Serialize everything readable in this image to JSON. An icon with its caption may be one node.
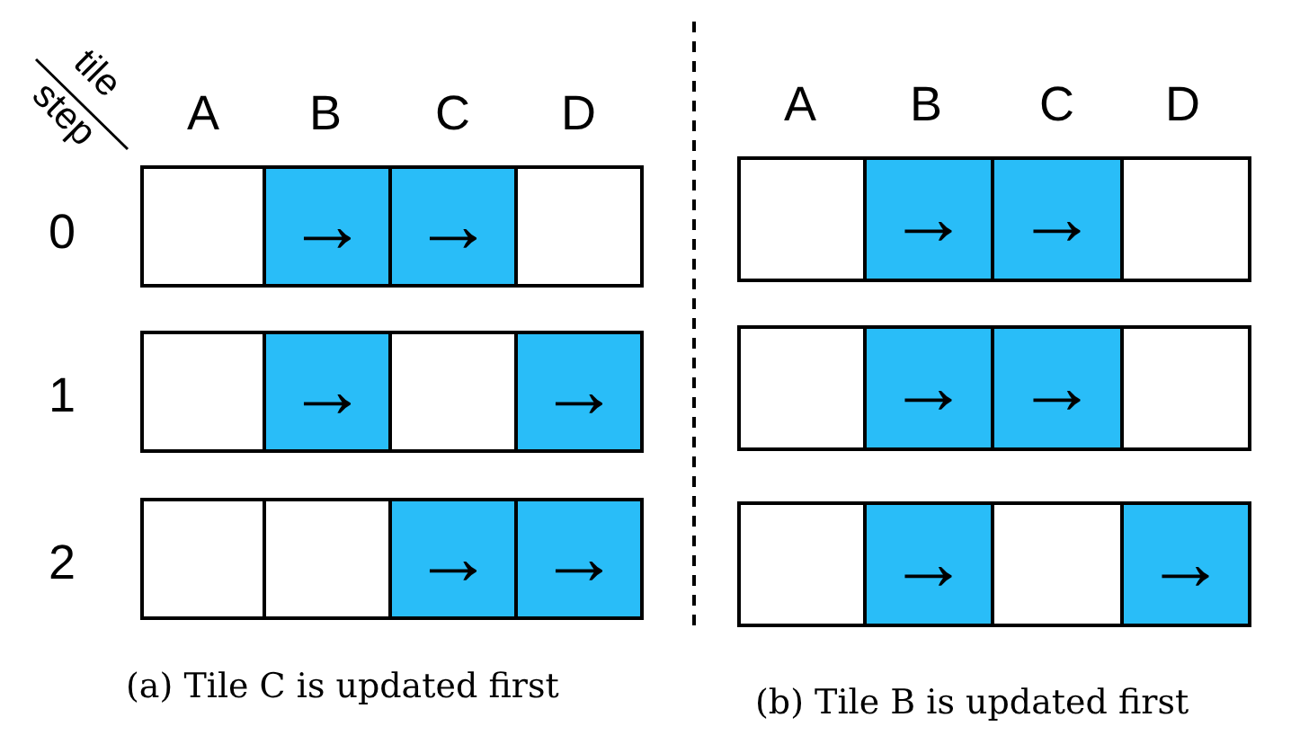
{
  "diagram": {
    "nodes": [
      {
        "text": [],
        "shape": "box"
      },
      {
        "text": [
          "→"
        ]
      },
      {
        "text": [
          "→"
        ]
      },
      {
        "text": [],
        "shape": "box"
      },
      {
        "text": [],
        "shape": "box"
      },
      {
        "text": [
          "→"
        ]
      },
      {
        "text": [],
        "shape": "box"
      },
      {
        "text": [
          "→"
        ]
      },
      {
        "text": [],
        "shape": "box"
      },
      {
        "text": [],
        "shape": "box"
      },
      {
        "text": [
          "→"
        ]
      },
      {
        "text": [
          "→"
        ]
      },
      {
        "text": [],
        "shape": "box"
      },
      {
        "text": [
          "→"
        ]
      },
      {
        "text": [
          "→"
        ]
      },
      {
        "text": [],
        "shape": "box"
      },
      {
        "text": [],
        "shape": "box"
      },
      {
        "text": [
          "→"
        ]
      },
      {
        "text": [
          "→"
        ]
      },
      {
        "text": [],
        "shape": "box"
      },
      {
        "text": [],
        "shape": "box"
      },
      {
        "text": [
          "→"
        ]
      },
      {
        "text": [],
        "shape": "box"
      },
      {
        "text": [
          "→"
        ]
      }
    ],
    "edges": [],
    "labels": [
      "tile",
      "step",
      "A",
      "B",
      "C",
      "D",
      "A",
      "B",
      "C",
      "D",
      "0",
      "1",
      "2",
      "(a) Tile C is updated first",
      "(b) Tile B is updated first"
    ]
  }
}
